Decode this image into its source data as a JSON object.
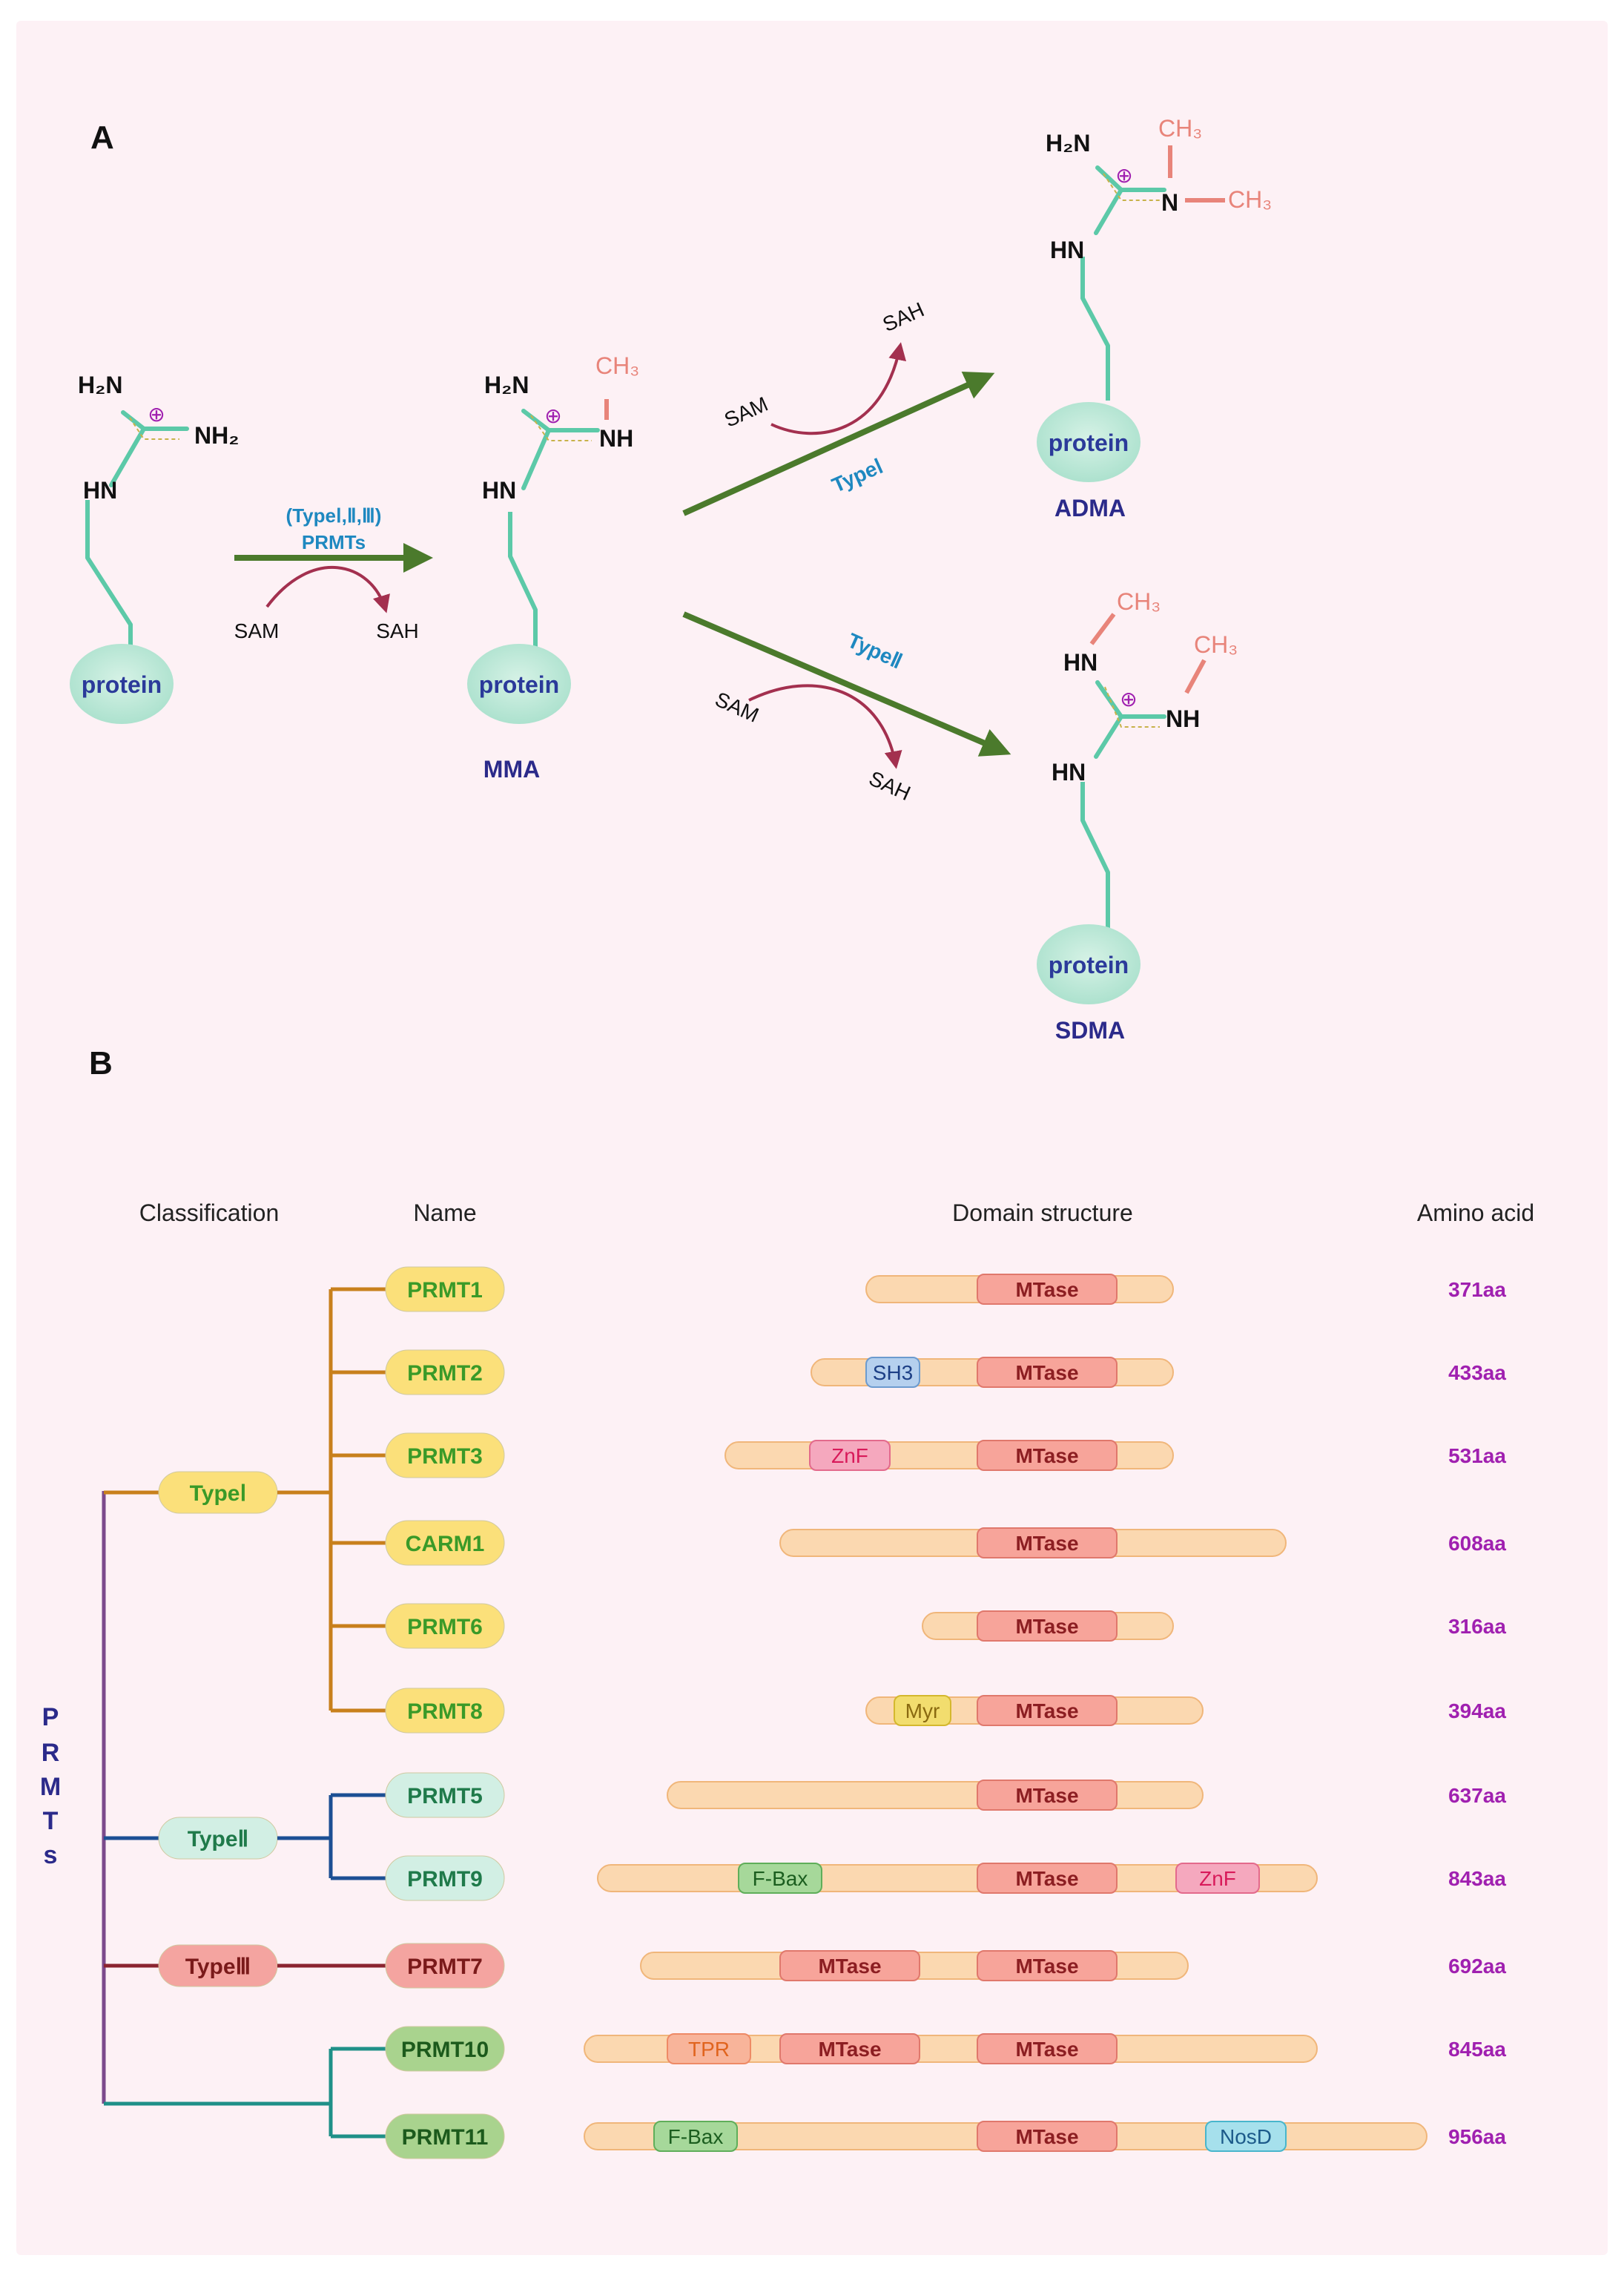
{
  "panel_a": {
    "label": "A",
    "atoms": {
      "h2n": "H₂N",
      "nh2": "NH₂",
      "nh": "NH",
      "hn": "HN",
      "n": "N",
      "ch3": "CH₃",
      "charge": "⊕"
    },
    "protein_label": "protein",
    "enzyme_types": "(TypeⅠ,Ⅱ,Ⅲ)",
    "enzyme_name": "PRMTs",
    "sam": "SAM",
    "sah": "SAH",
    "type1_arrow": "TypeⅠ",
    "type2_arrow": "TypeⅡ",
    "products": {
      "mma": "MMA",
      "adma": "ADMA",
      "sdma": "SDMA"
    }
  },
  "panel_b": {
    "label": "B",
    "headers": {
      "classification": "Classification",
      "name": "Name",
      "domain": "Domain structure",
      "length": "Amino acid"
    },
    "root": [
      "P",
      "R",
      "M",
      "T",
      "s"
    ],
    "types": [
      {
        "key": "t1",
        "label": "TypeⅠ"
      },
      {
        "key": "t2",
        "label": "TypeⅡ"
      },
      {
        "key": "t3",
        "label": "TypeⅢ"
      }
    ],
    "proteins": [
      {
        "name": "PRMT1",
        "group": "t1",
        "length": "371aa",
        "domains": [
          {
            "label": "MTase",
            "kind": "mtase"
          }
        ]
      },
      {
        "name": "PRMT2",
        "group": "t1",
        "length": "433aa",
        "domains": [
          {
            "label": "SH3",
            "kind": "sh3"
          },
          {
            "label": "MTase",
            "kind": "mtase"
          }
        ]
      },
      {
        "name": "PRMT3",
        "group": "t1",
        "length": "531aa",
        "domains": [
          {
            "label": "ZnF",
            "kind": "znf"
          },
          {
            "label": "MTase",
            "kind": "mtase"
          }
        ]
      },
      {
        "name": "CARM1",
        "group": "t1",
        "length": "608aa",
        "domains": [
          {
            "label": "MTase",
            "kind": "mtase"
          }
        ]
      },
      {
        "name": "PRMT6",
        "group": "t1",
        "length": "316aa",
        "domains": [
          {
            "label": "MTase",
            "kind": "mtase"
          }
        ]
      },
      {
        "name": "PRMT8",
        "group": "t1",
        "length": "394aa",
        "domains": [
          {
            "label": "Myr",
            "kind": "myr"
          },
          {
            "label": "MTase",
            "kind": "mtase"
          }
        ]
      },
      {
        "name": "PRMT5",
        "group": "t2",
        "length": "637aa",
        "domains": [
          {
            "label": "MTase",
            "kind": "mtase"
          }
        ]
      },
      {
        "name": "PRMT9",
        "group": "t2",
        "length": "843aa",
        "domains": [
          {
            "label": "F-Bax",
            "kind": "fbax"
          },
          {
            "label": "MTase",
            "kind": "mtase"
          },
          {
            "label": "ZnF",
            "kind": "znf"
          }
        ]
      },
      {
        "name": "PRMT7",
        "group": "t3",
        "length": "692aa",
        "domains": [
          {
            "label": "MTase",
            "kind": "mtase"
          },
          {
            "label": "MTase",
            "kind": "mtase"
          }
        ]
      },
      {
        "name": "PRMT10",
        "group": "t4",
        "length": "845aa",
        "domains": [
          {
            "label": "TPR",
            "kind": "tpr"
          },
          {
            "label": "MTase",
            "kind": "mtase"
          },
          {
            "label": "MTase",
            "kind": "mtase"
          }
        ]
      },
      {
        "name": "PRMT11",
        "group": "t4",
        "length": "956aa",
        "domains": [
          {
            "label": "F-Bax",
            "kind": "fbax"
          },
          {
            "label": "MTase",
            "kind": "mtase"
          },
          {
            "label": "NosD",
            "kind": "nosd"
          }
        ]
      }
    ]
  },
  "colors": {
    "background": "#fdf1f5",
    "skeleton": "#5cc9a8",
    "methyl": "#e8847a",
    "label_blue": "#1e88c0",
    "product_navy": "#2b2a8a",
    "reaction_arrow": "#4b7a2c",
    "sam_arrow": "#a3304f",
    "type1_line": "#c8801c",
    "type2_line": "#1c4f94",
    "type3_line": "#8b2430",
    "type4_line": "#1f9088",
    "root_line": "#7c4a8c",
    "length_text": "#a020b0"
  }
}
